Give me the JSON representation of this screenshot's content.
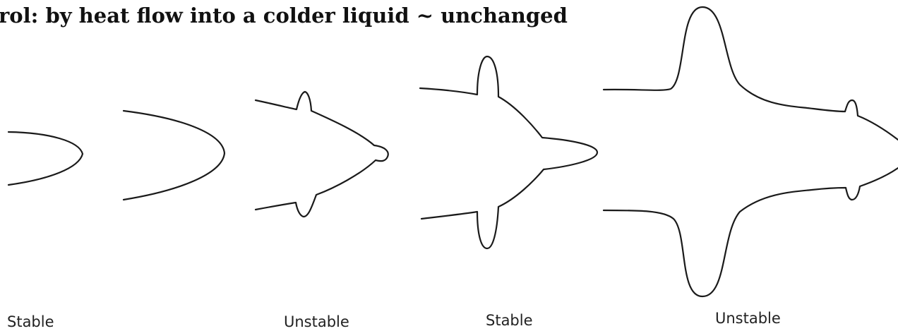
{
  "title": "rol: by heat flow into a colder liquid ~ unchanged",
  "stages": [
    {
      "label": "Stable"
    },
    {
      "label": "Unstable"
    },
    {
      "label": "Stable"
    },
    {
      "label": "Unstable"
    }
  ]
}
